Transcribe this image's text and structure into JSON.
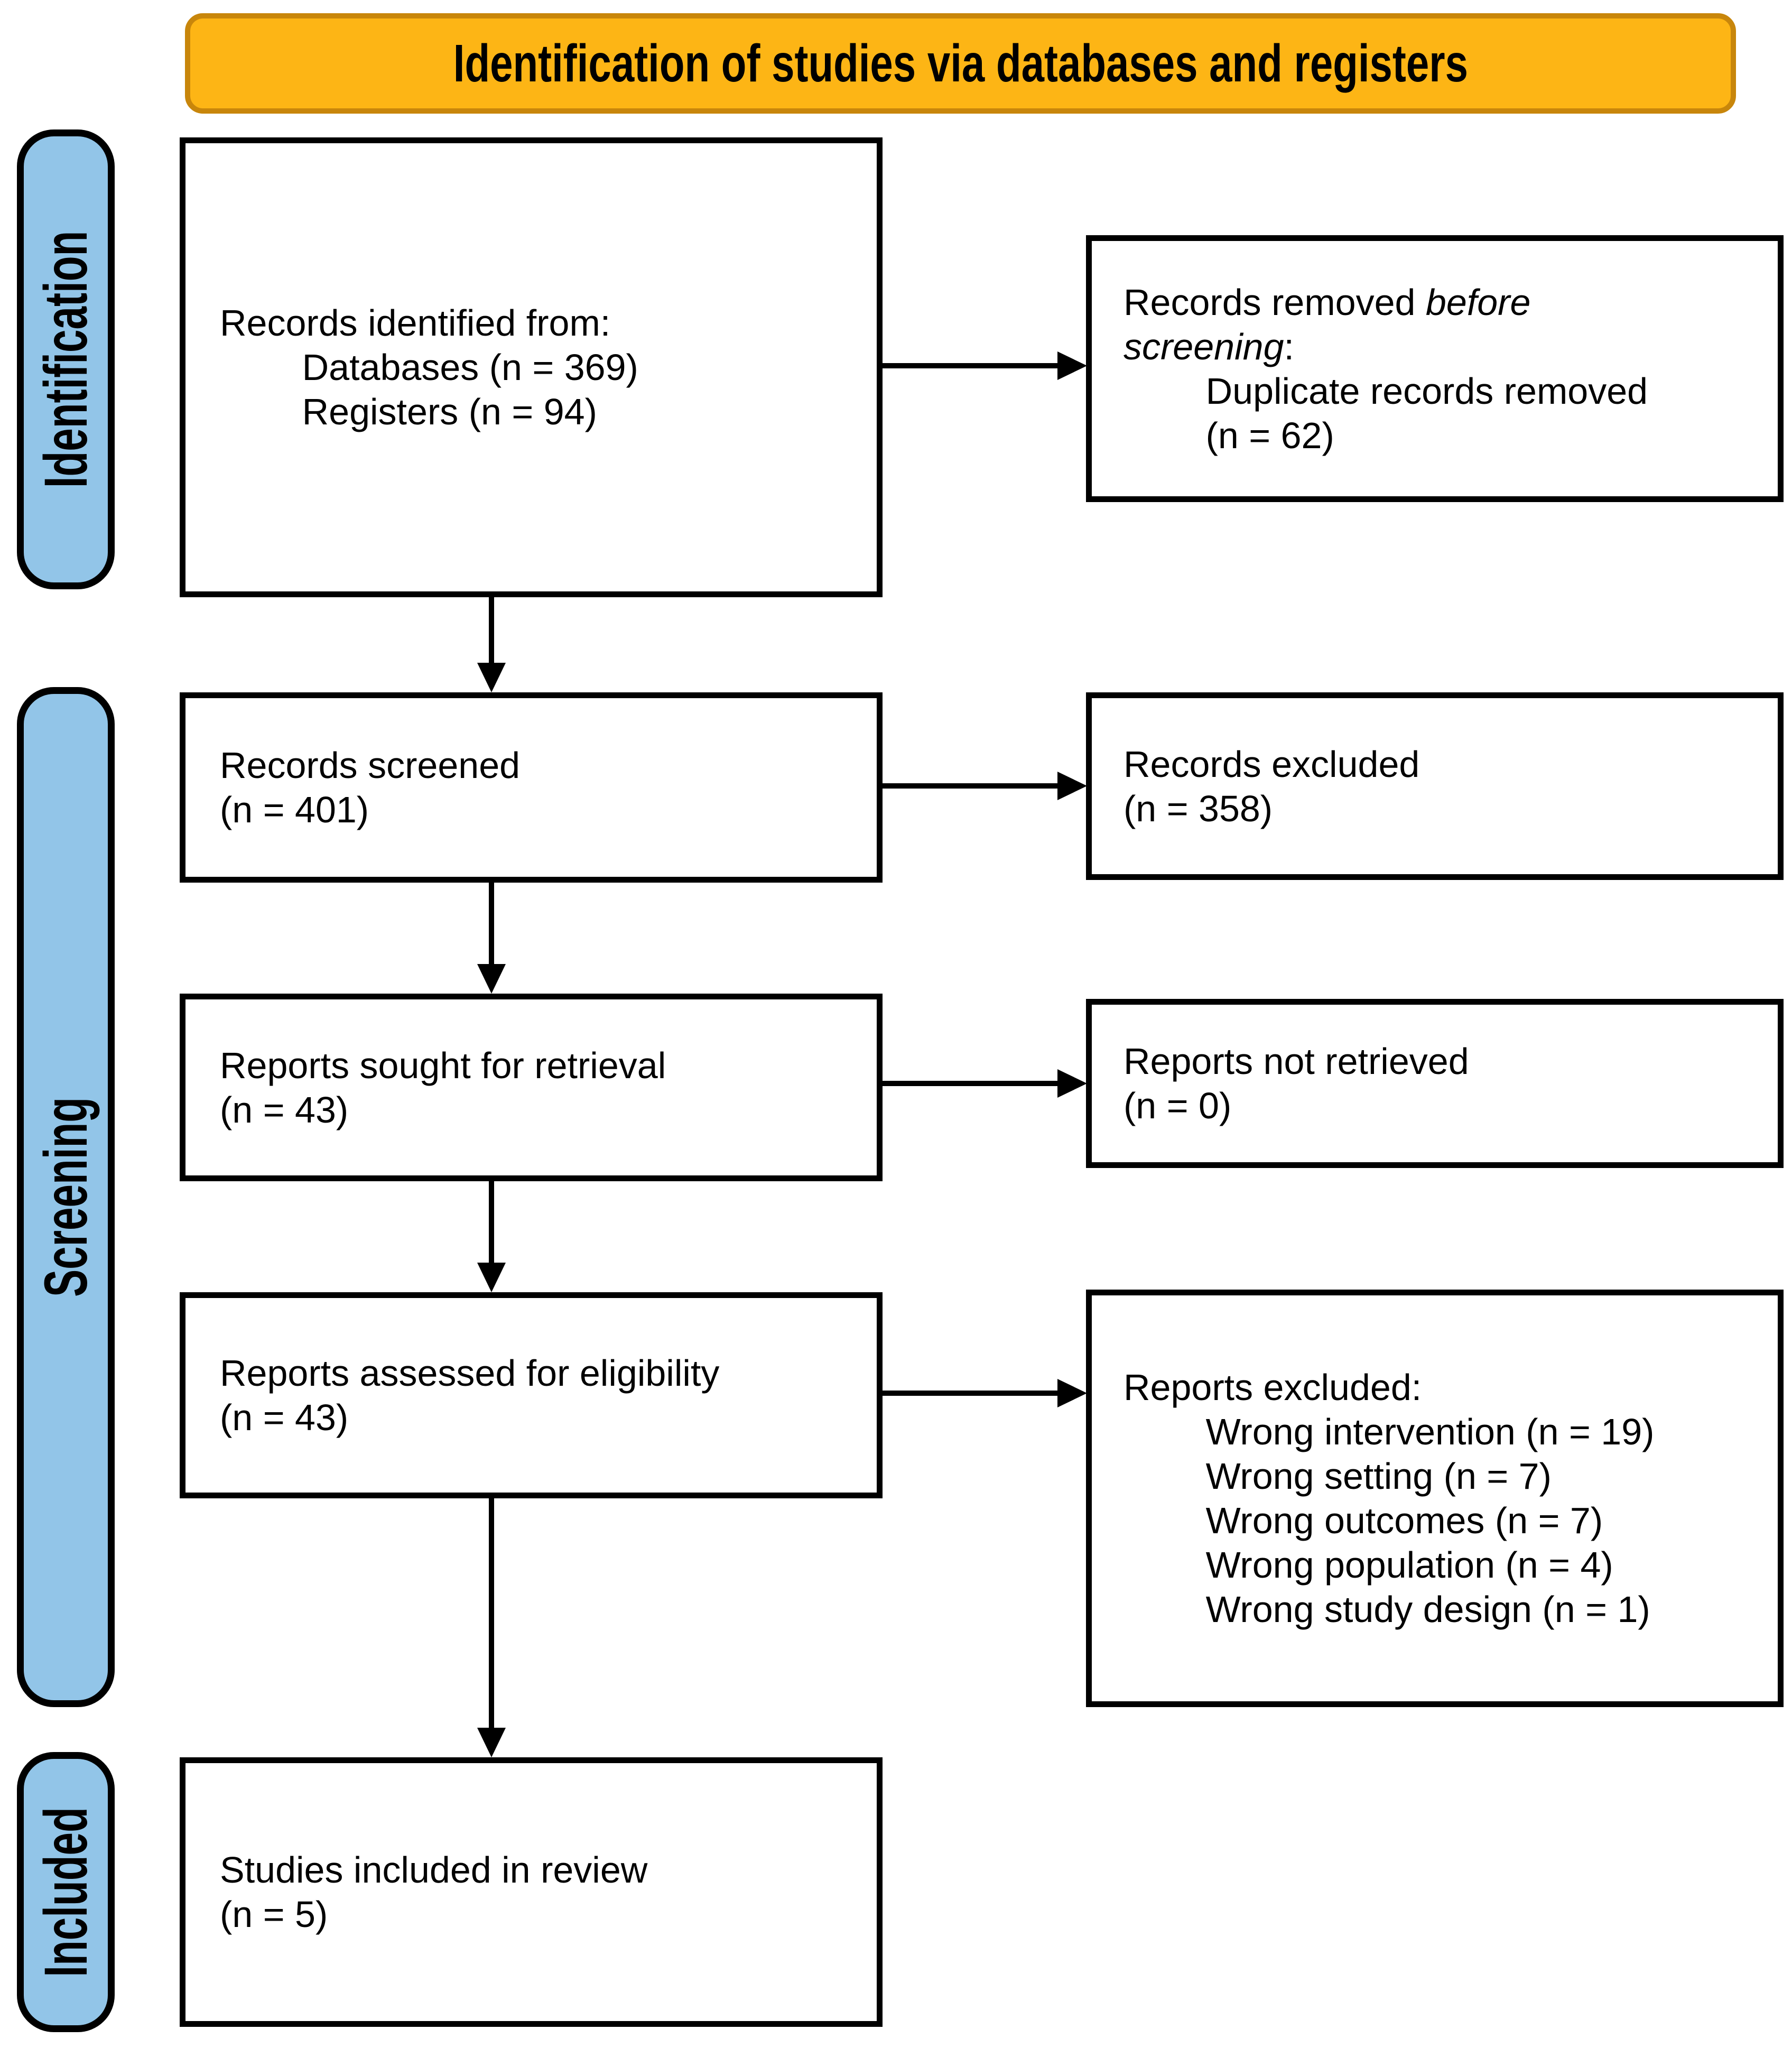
{
  "banner": {
    "title": "Identification of studies via databases and registers"
  },
  "stages": {
    "identification": "Identification",
    "screening": "Screening",
    "included": "Included"
  },
  "boxes": {
    "identified": "Records identified from:\n        Databases (n = 369)\n        Registers (n = 94)",
    "removed_part1": "Records removed ",
    "removed_italic": "before\nscreening",
    "removed_part2": ":\n        Duplicate records removed\n        (n = 62)",
    "screened": "Records screened\n(n = 401)",
    "records_excluded": "Records excluded\n(n = 358)",
    "sought": "Reports sought for retrieval\n(n = 43)",
    "not_retrieved": "Reports not retrieved\n(n = 0)",
    "assessed": "Reports assessed for eligibility\n(n = 43)",
    "reports_excluded": "Reports excluded:\n        Wrong intervention (n = 19)\n        Wrong setting (n = 7)\n        Wrong outcomes (n = 7)\n        Wrong population (n = 4)\n        Wrong study design (n = 1)",
    "included": "Studies included in review\n(n = 5)"
  },
  "counts": {
    "databases": 369,
    "registers": 94,
    "duplicates_removed": 62,
    "records_screened": 401,
    "records_excluded": 358,
    "reports_sought": 43,
    "reports_not_retrieved": 0,
    "reports_assessed": 43,
    "wrong_intervention": 19,
    "wrong_setting": 7,
    "wrong_outcomes": 7,
    "wrong_population": 4,
    "wrong_study_design": 1,
    "studies_included": 5
  },
  "colors": {
    "banner_fill": "#FDB515",
    "banner_border": "#C8860B",
    "stage_fill": "#92C5E8",
    "ink": "#000000"
  }
}
